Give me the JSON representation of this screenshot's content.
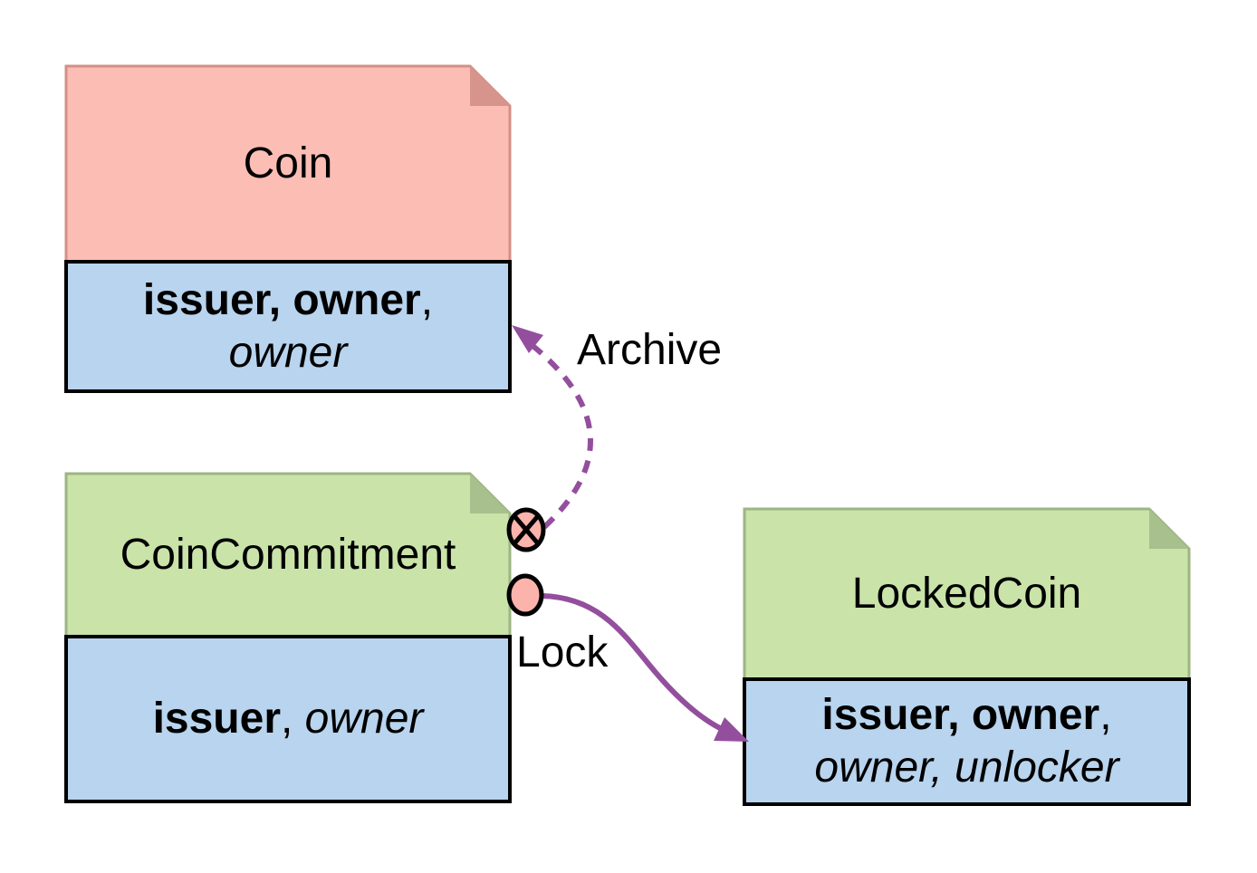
{
  "nodes": {
    "coin": {
      "title": "Coin",
      "signers": "issuer, owner",
      "signers_suffix": ",",
      "participants": "owner"
    },
    "coin_commitment": {
      "title": "CoinCommitment",
      "signers": "issuer",
      "separator": ", ",
      "participants": "owner"
    },
    "locked_coin": {
      "title": "LockedCoin",
      "signers": "issuer, owner",
      "signers_suffix": ",",
      "participants": "owner, unlocker"
    }
  },
  "connectors": {
    "archive": {
      "label": "Archive",
      "line_style": "dashed",
      "source_port": "circle-x-icon"
    },
    "lock": {
      "label": "Lock",
      "line_style": "solid",
      "source_port": "circle-icon"
    }
  },
  "colors": {
    "background": "#ffffff",
    "coin_header_fill": "#fbbdb4",
    "coin_header_fold": "#d6948c",
    "coin_header_border": "#d48f87",
    "green_header_fill": "#c9e3a9",
    "green_header_fold": "#a8bf8e",
    "green_header_border": "#9db583",
    "attributes_fill": "#b8d4ee",
    "attributes_border": "#000000",
    "connector": "#934f9d",
    "port_fill": "#fbb3ab",
    "port_stroke": "#000000",
    "text": "#000000"
  }
}
